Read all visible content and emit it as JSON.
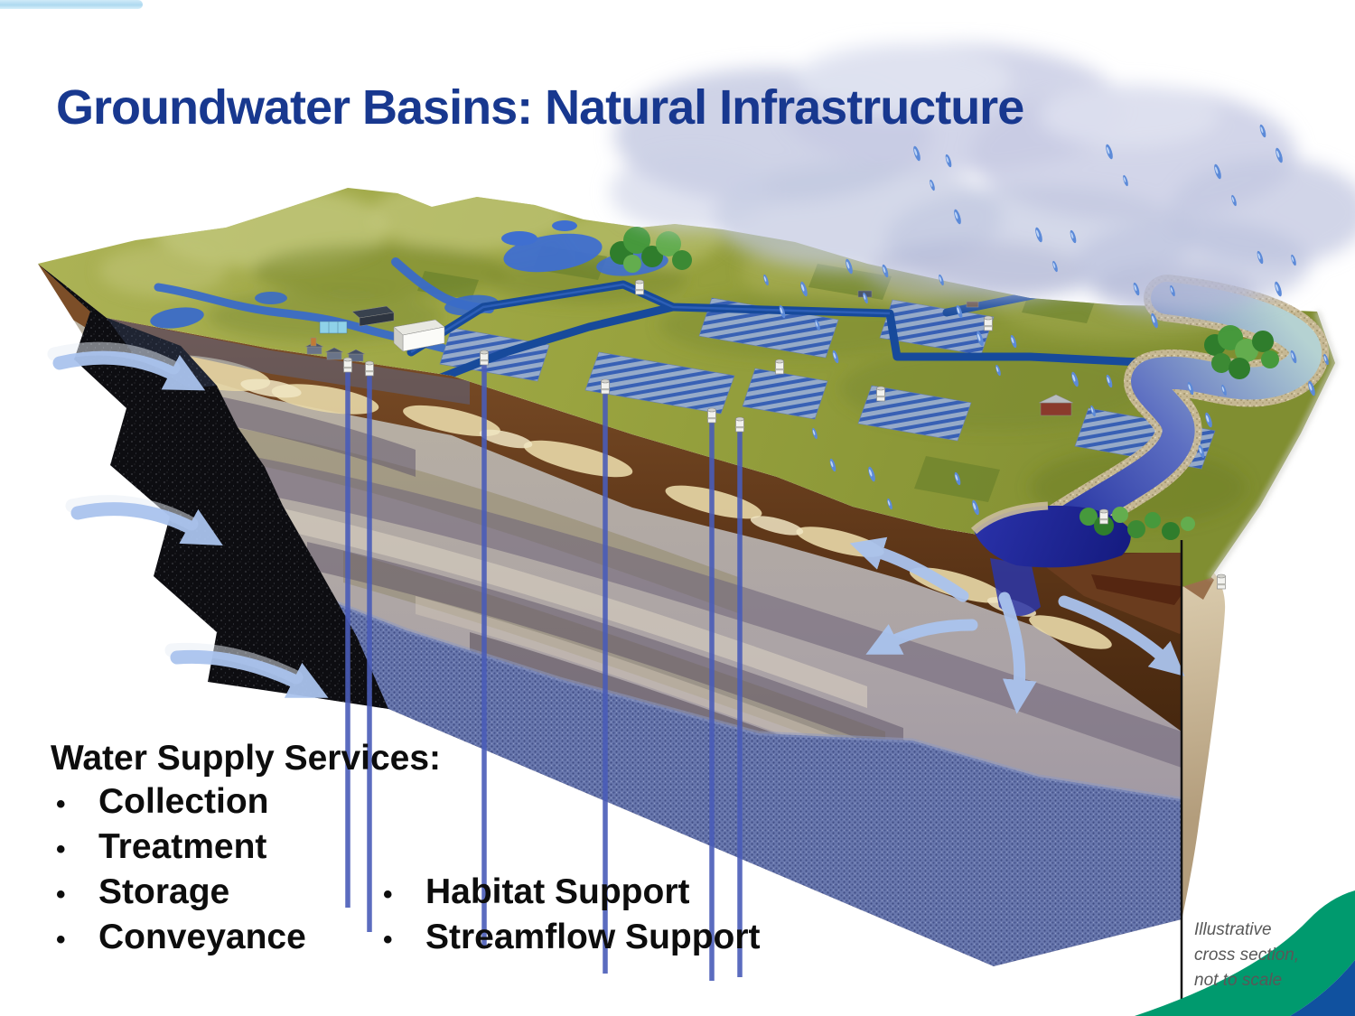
{
  "slide": {
    "title": "Groundwater Basins: Natural Infrastructure",
    "services": {
      "heading": "Water Supply Services:",
      "bullet": "•",
      "column1": [
        "Collection",
        "Treatment",
        "Storage",
        "Conveyance"
      ],
      "column2": [
        "Habitat Support",
        "Streamflow Support"
      ]
    },
    "caption": {
      "line1": "Illustrative",
      "line2": "cross section,",
      "line3": "not to scale"
    },
    "illustration": {
      "subject": "Cutaway block diagram of a groundwater basin with rain clouds, irrigated fields, canals, wells, river and aquifer"
    },
    "colors": {
      "title_blue": "#18388f",
      "accent_green": "#009a6e",
      "accent_blue": "#10519f",
      "top_bar_blue": "#aed9f0"
    }
  }
}
